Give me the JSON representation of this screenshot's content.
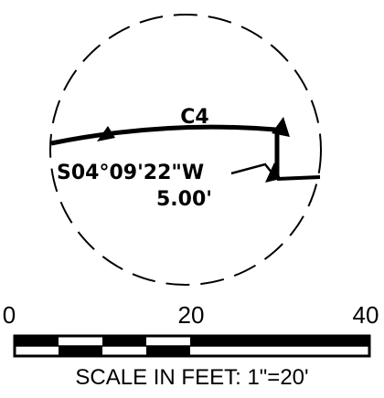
{
  "detail": {
    "curve_label": "C4",
    "bearing_label": "S04°09'22\"W",
    "distance_label": "5.00'"
  },
  "scale_bar": {
    "tick_labels": [
      "0",
      "20",
      "40"
    ],
    "caption": "SCALE IN FEET: 1\"=20'"
  },
  "colors": {
    "ink": "#000000",
    "paper": "#ffffff"
  }
}
